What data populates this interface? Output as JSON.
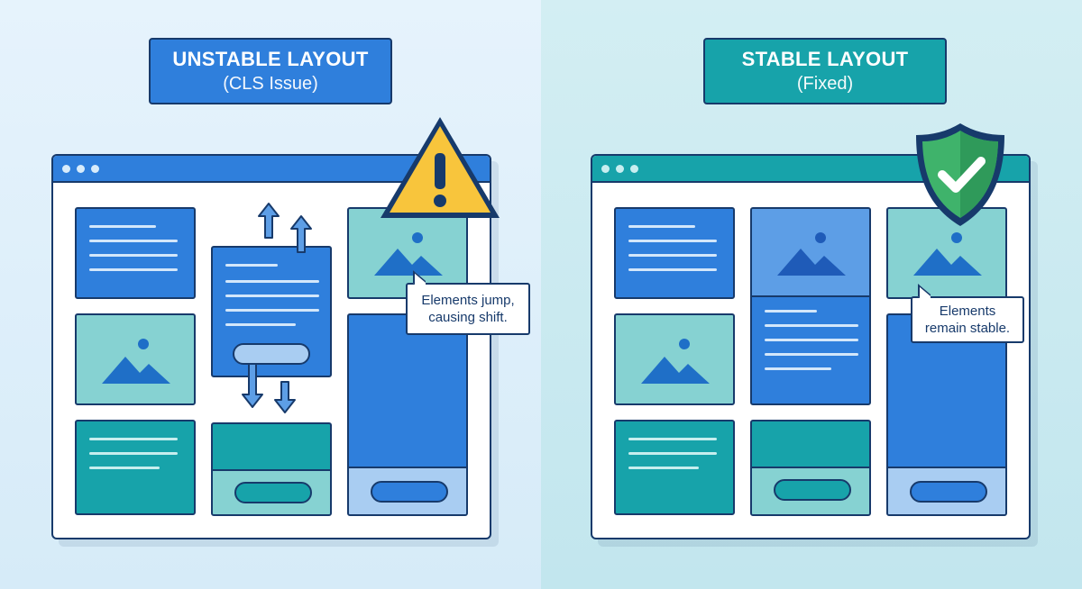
{
  "unstable": {
    "title": "UNSTABLE LAYOUT",
    "subtitle": "(CLS Issue)",
    "callout_line1": "Elements jump,",
    "callout_line2": "causing shift.",
    "icon": "warning-icon"
  },
  "stable": {
    "title": "STABLE LAYOUT",
    "subtitle": "(Fixed)",
    "callout_line1": "Elements",
    "callout_line2": "remain stable.",
    "icon": "shield-check-icon"
  },
  "colors": {
    "blue": "#2f7fdc",
    "teal": "#17a3aa",
    "mint": "#86d2d2",
    "outline": "#173a6b",
    "warning": "#f8c53c",
    "shield": "#3fb36b"
  }
}
